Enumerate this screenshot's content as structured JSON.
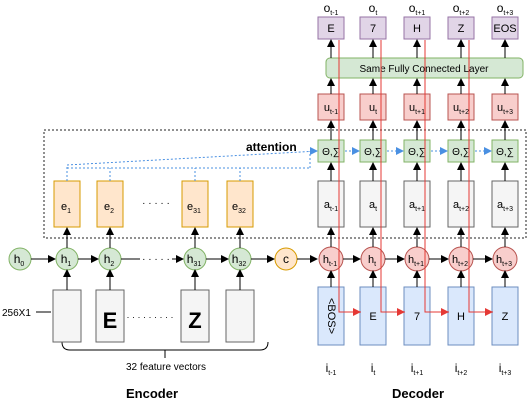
{
  "colors": {
    "node_green": "#d5e8d4",
    "node_green_stroke": "#82b366",
    "node_red": "#f8cecc",
    "node_red_stroke": "#b85450",
    "node_blue": "#dae8fc",
    "node_blue_stroke": "#6c8ebf",
    "node_purple": "#e1d5e7",
    "node_purple_stroke": "#9673a6",
    "node_orange": "#ffe6cc",
    "node_orange_stroke": "#d79b00",
    "node_grey": "#f5f5f5",
    "node_grey_stroke": "#666666",
    "accent_red_text": "#f4511e",
    "arrow_blue": "#4a90e2",
    "arrow_red": "#e53935"
  },
  "labels": {
    "attention": "attention",
    "fc_layer": "Same Fully Connected Layer",
    "feature_dim": "256X1",
    "feature_vectors": "32 feature vectors",
    "encoder": "Encoder",
    "decoder": "Decoder",
    "context": "c",
    "dots": "· · · · ·",
    "dots_short": "· · · · · · · · ·"
  },
  "encoder": {
    "h0": "h0",
    "hidden": [
      "h1",
      "h2",
      "h31",
      "h32"
    ],
    "e": [
      "e1",
      "e2",
      "e31",
      "e32"
    ],
    "chars": [
      "",
      "E",
      "Z",
      ""
    ]
  },
  "decoder": {
    "outputs": [
      "ot-1",
      "ot",
      "ot+1",
      "ot+2",
      "ot+3"
    ],
    "out_chars": [
      "E",
      "7",
      "H",
      "Z",
      "EOS"
    ],
    "u": [
      "ut-1",
      "ut",
      "ut+1",
      "ut+2",
      "ut+3"
    ],
    "att": [
      "Θ,∑",
      "Θ,∑",
      "Θ,∑",
      "Θ,∑",
      "Θ,∑"
    ],
    "a": [
      "at-1",
      "at",
      "at+1",
      "at+2",
      "at+3"
    ],
    "h": [
      "ht-1",
      "ht",
      "ht+1",
      "ht+2",
      "ht+3"
    ],
    "inputs": [
      "<BOS>",
      "E",
      "7",
      "H",
      "Z"
    ],
    "i": [
      "it-1",
      "it",
      "it+1",
      "it+2",
      "it+3"
    ]
  }
}
